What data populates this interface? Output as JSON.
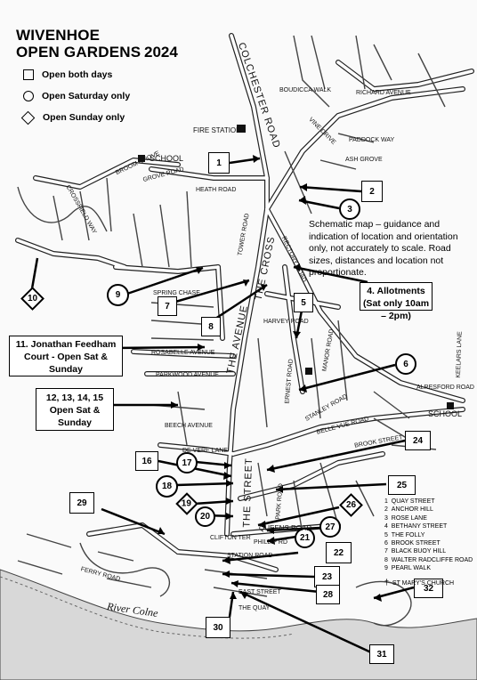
{
  "title": {
    "line1": "WIVENHOE",
    "line2": "OPEN GARDENS",
    "year": "2024"
  },
  "legend": [
    {
      "shape": "square",
      "label": "Open both days"
    },
    {
      "shape": "circle",
      "label": "Open Saturday only"
    },
    {
      "shape": "diamond",
      "label": "Open Sunday only"
    }
  ],
  "note": "Schematic map – guidance and indication of location and orientation only, not accurately to scale.  Road sizes, distances and location not proportionate.",
  "callouts": {
    "allotments": "4. Allotments (Sat only 10am – 2pm)",
    "feedham": "11. Jonathan Feedham Court - Open Sat & Sunday",
    "multi": "12, 13, 14, 15 Open Sat & Sunday"
  },
  "markers": [
    {
      "id": "m1",
      "label": "1",
      "shape": "square"
    },
    {
      "id": "m2",
      "label": "2",
      "shape": "square"
    },
    {
      "id": "m3",
      "label": "3",
      "shape": "circle"
    },
    {
      "id": "m5",
      "label": "5",
      "shape": "square"
    },
    {
      "id": "m6",
      "label": "6",
      "shape": "circle"
    },
    {
      "id": "m7",
      "label": "7",
      "shape": "square"
    },
    {
      "id": "m8",
      "label": "8",
      "shape": "square"
    },
    {
      "id": "m9",
      "label": "9",
      "shape": "circle"
    },
    {
      "id": "m10",
      "label": "10",
      "shape": "diamond"
    },
    {
      "id": "m16",
      "label": "16",
      "shape": "square"
    },
    {
      "id": "m17",
      "label": "17",
      "shape": "circle"
    },
    {
      "id": "m18",
      "label": "18",
      "shape": "circle"
    },
    {
      "id": "m19",
      "label": "19",
      "shape": "diamond"
    },
    {
      "id": "m20",
      "label": "20",
      "shape": "circle"
    },
    {
      "id": "m21",
      "label": "21",
      "shape": "circle"
    },
    {
      "id": "m22",
      "label": "22",
      "shape": "square"
    },
    {
      "id": "m23",
      "label": "23",
      "shape": "square"
    },
    {
      "id": "m24",
      "label": "24",
      "shape": "square"
    },
    {
      "id": "m25",
      "label": "25",
      "shape": "square"
    },
    {
      "id": "m26",
      "label": "26",
      "shape": "diamond"
    },
    {
      "id": "m27",
      "label": "27",
      "shape": "circle"
    },
    {
      "id": "m28",
      "label": "28",
      "shape": "square"
    },
    {
      "id": "m29",
      "label": "29",
      "shape": "square"
    },
    {
      "id": "m30",
      "label": "30",
      "shape": "square"
    },
    {
      "id": "m31",
      "label": "31",
      "shape": "square"
    },
    {
      "id": "m32",
      "label": "32",
      "shape": "square"
    }
  ],
  "places": {
    "fire_station": "FIRE STATION",
    "school_nw": "SCHOOL",
    "school_e": "SCHOOL",
    "river": "River Colne"
  },
  "streets": {
    "colchester_road": "COLCHESTER ROAD",
    "the_avenue": "THE AVENUE",
    "the_cross": "THE CROSS",
    "the_street": "THE STREET",
    "rosabelle": "ROSABELLE AVENUE",
    "heath_road": "HEATH ROAD",
    "richard_avenue": "RICHARD AVENUE",
    "harvey_road": "HARVEY ROAD",
    "queens_road": "QUEENS ROAD",
    "park_road": "PARK ROAD",
    "manor_road": "MANOR ROAD",
    "stanley_road": "STANLEY ROAD",
    "alresford_road": "ALRESFORD ROAD",
    "keelars_lane": "KEELARS LANE",
    "spring_chase": "SPRING CHASE",
    "clifton_ter": "CLIFTON TER",
    "phillip_rd": "PHILLIP RD",
    "station_road": "STATION ROAD",
    "paddock_way": "PADDOCK WAY",
    "ash_grove": "ASH GROVE",
    "vine_drive": "VINE DRIVE",
    "boudicca_walk": "BOUDICCA WALK",
    "parkwood_avenue": "PARKWOOD AVENUE",
    "beech_avenue": "BEECH AVENUE",
    "de_vere_lane": "DE VERE LANE",
    "belle_vue_road": "BELLE VUE ROAD",
    "rectory_road": "RECTORY ROAD",
    "ernest_road": "ERNEST ROAD",
    "crossfield_way": "CROSSFIELD WAY",
    "ferry_road": "FERRY ROAD",
    "east_street": "EAST STREET",
    "the_quay": "THE QUAY",
    "grove_road": "GROVE ROAD",
    "broome_grove": "BROOM GROVE",
    "tower_road": "TOWER ROAD",
    "brook_street": "BROOK STREET"
  },
  "pathways": [
    {
      "num": "1",
      "name": "QUAY STREET"
    },
    {
      "num": "2",
      "name": "ANCHOR HILL"
    },
    {
      "num": "3",
      "name": "ROSE LANE"
    },
    {
      "num": "4",
      "name": "BETHANY STREET"
    },
    {
      "num": "5",
      "name": "THE FOLLY"
    },
    {
      "num": "6",
      "name": "BROOK STREET"
    },
    {
      "num": "7",
      "name": "BLACK BUOY HILL"
    },
    {
      "num": "8",
      "name": "WALTER RADCLIFFE ROAD"
    },
    {
      "num": "9",
      "name": "PEARL WALK"
    }
  ],
  "church": {
    "symbol": "†",
    "label": "ST MARY'S CHURCH"
  }
}
